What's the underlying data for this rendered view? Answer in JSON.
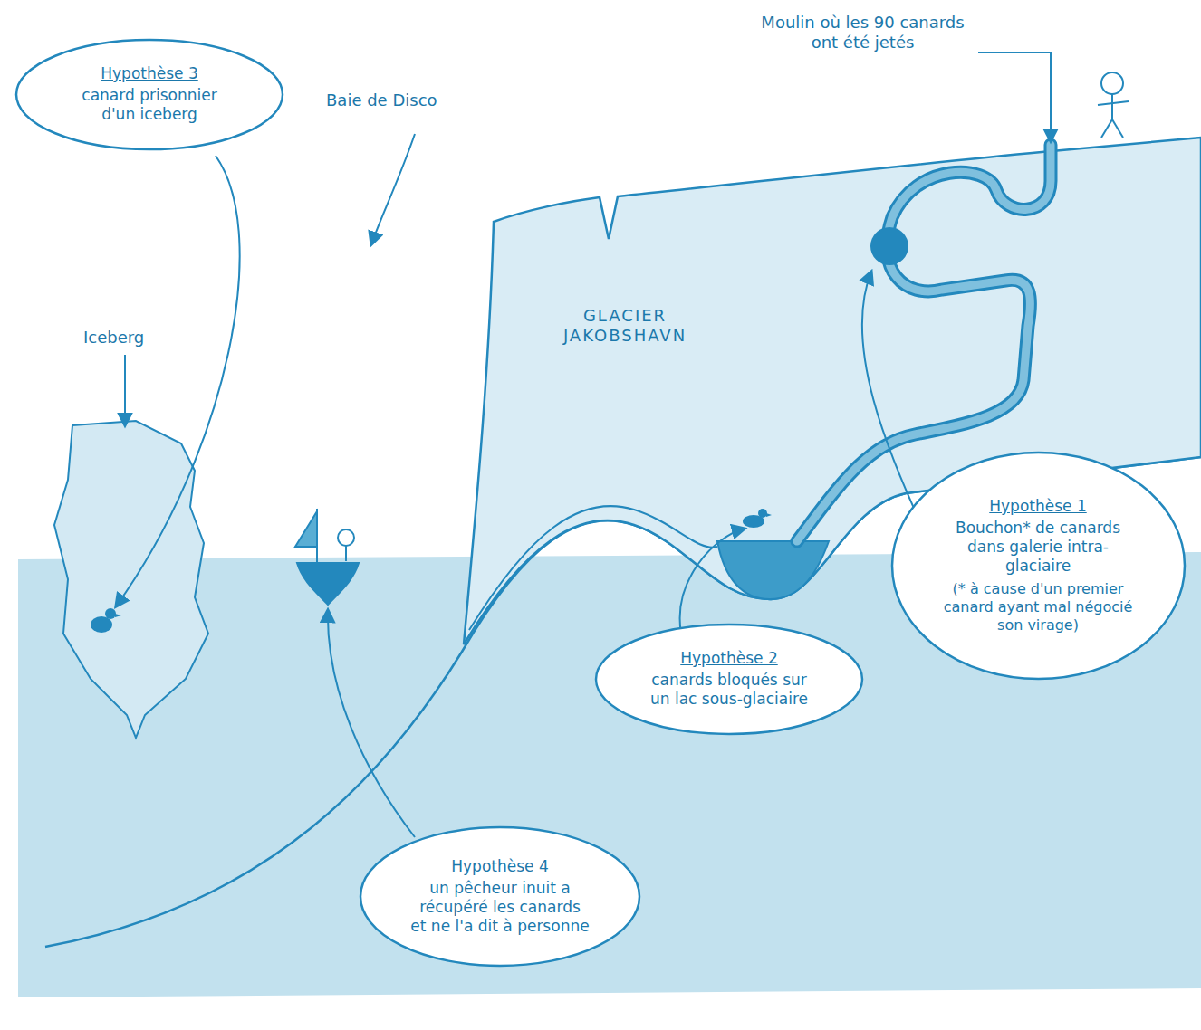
{
  "diagram": {
    "nodes": [
      {
        "text": [
          "Hypothèse 3",
          "canard prisonnier d'un iceberg"
        ]
      },
      {
        "text": [
          "Hypothèse 1",
          "Bouchon* de canards dans galerie intra-glaciaire",
          "(* à cause d'un premier canard ayant mal négocié son virage)"
        ]
      },
      {
        "text": [
          "Hypothèse 2",
          "canards bloqués sur un lac sous-glaciaire"
        ]
      },
      {
        "text": [
          "Hypothèse 4",
          "un pêcheur inuit a récupéré les canards et ne l'a dit à personne"
        ]
      }
    ],
    "labels": [
      "Moulin où les 90 canards ont été jetés",
      "Baie de Disco",
      "Iceberg",
      "GLACIER JAKOBSHAVN"
    ]
  }
}
